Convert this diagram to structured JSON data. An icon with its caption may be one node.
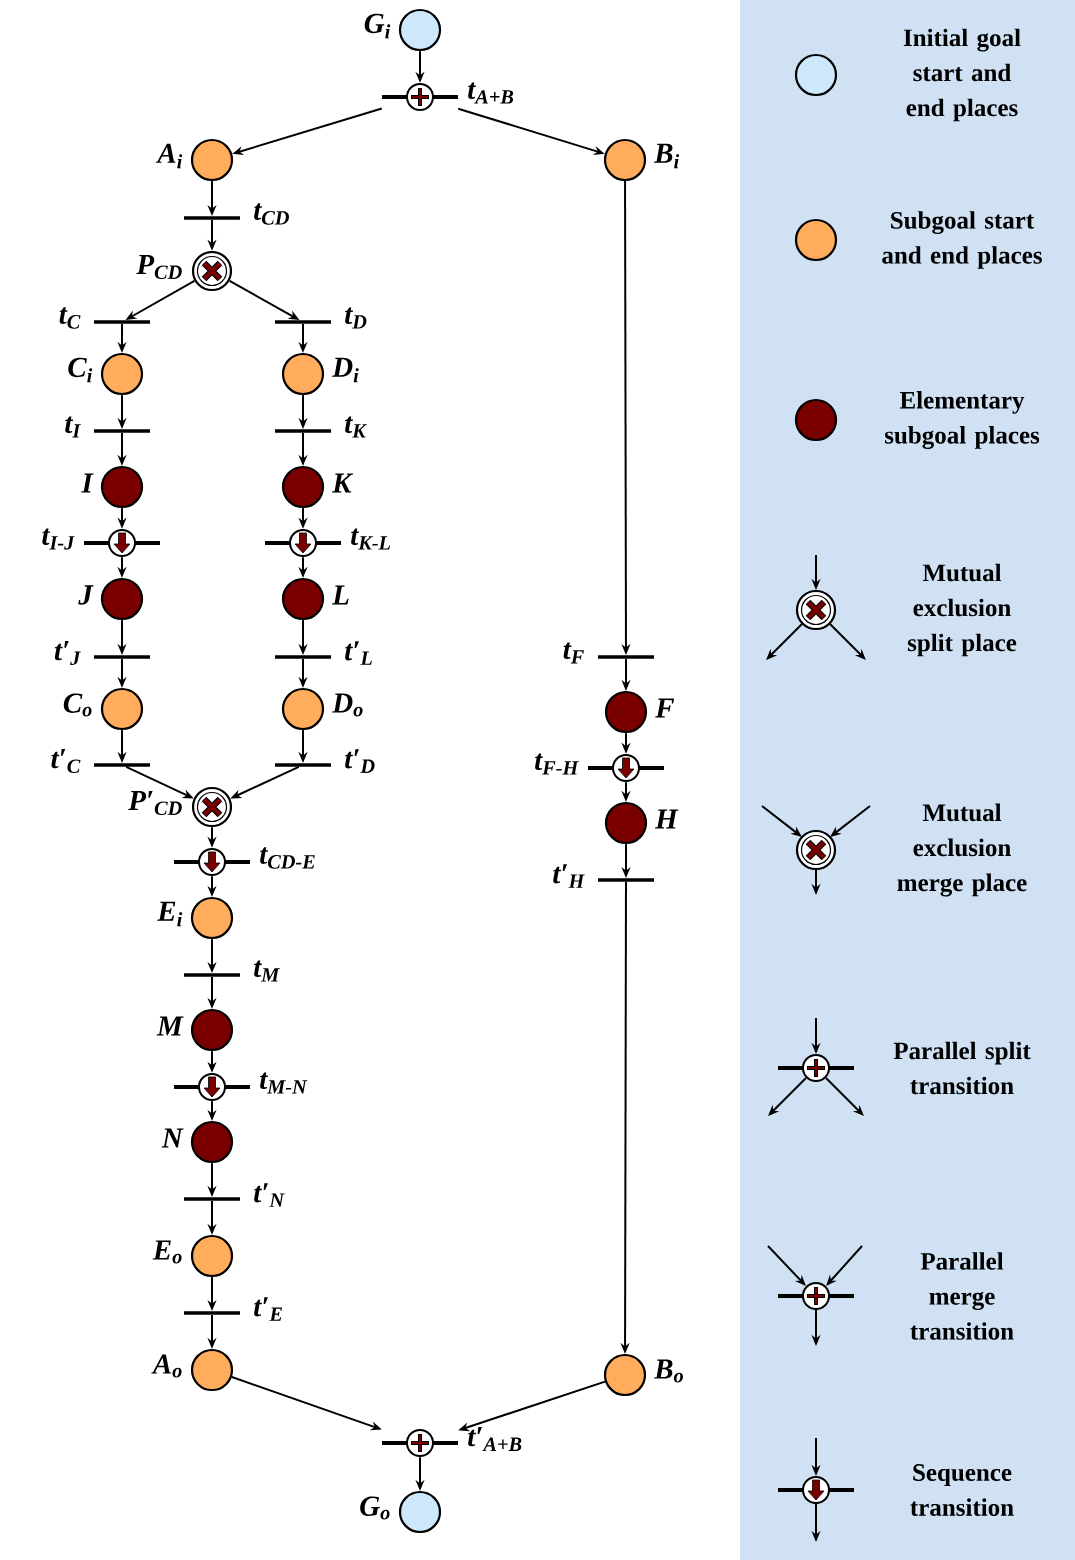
{
  "diagram": {
    "nodes": [
      {
        "text": [],
        "shape": "circle",
        "beside": [
          "G$_{i}$"
        ]
      },
      {
        "text": [],
        "shape": "bar",
        "beside": [
          "t$_{A+B}$"
        ]
      },
      {
        "text": [],
        "shape": "circle",
        "beside": [
          "A$_{i}$"
        ]
      },
      {
        "text": [],
        "shape": "circle",
        "beside": [
          "B$_{i}$"
        ]
      },
      {
        "text": [],
        "shape": "bar",
        "beside": [
          "t$_{CD}$"
        ]
      },
      {
        "text": [],
        "shape": "circle",
        "beside": [
          "P$_{CD}$"
        ]
      },
      {
        "text": [],
        "shape": "bar",
        "beside": [
          "t$_{C}$"
        ]
      },
      {
        "text": [],
        "shape": "bar",
        "beside": [
          "t$_{D}$"
        ]
      },
      {
        "text": [],
        "shape": "circle",
        "beside": [
          "C$_{i}$"
        ]
      },
      {
        "text": [],
        "shape": "circle",
        "beside": [
          "D$_{i}$"
        ]
      },
      {
        "text": [],
        "shape": "bar",
        "beside": [
          "t$_{I}$"
        ]
      },
      {
        "text": [],
        "shape": "bar",
        "beside": [
          "t$_{K}$"
        ]
      },
      {
        "text": [],
        "shape": "circle",
        "beside": [
          "I"
        ]
      },
      {
        "text": [],
        "shape": "circle",
        "beside": [
          "K"
        ]
      },
      {
        "text": [],
        "shape": "bar",
        "beside": [
          "t$_{I-J}$"
        ]
      },
      {
        "text": [],
        "shape": "bar",
        "beside": [
          "t$_{K-L}$"
        ]
      },
      {
        "text": [],
        "shape": "circle",
        "beside": [
          "J"
        ]
      },
      {
        "text": [],
        "shape": "circle",
        "beside": [
          "L"
        ]
      },
      {
        "text": [],
        "shape": "bar",
        "beside": [
          "t′$_{J}$"
        ]
      },
      {
        "text": [],
        "shape": "bar",
        "beside": [
          "t′$_{L}$"
        ]
      },
      {
        "text": [],
        "shape": "circle",
        "beside": [
          "C$_{o}$"
        ]
      },
      {
        "text": [],
        "shape": "circle",
        "beside": [
          "D$_{o}$"
        ]
      },
      {
        "text": [],
        "shape": "bar",
        "beside": [
          "t′$_{C}$"
        ]
      },
      {
        "text": [],
        "shape": "bar",
        "beside": [
          "t′$_{D}$"
        ]
      },
      {
        "text": [],
        "shape": "circle",
        "beside": [
          "P′$_{CD}$"
        ]
      },
      {
        "text": [],
        "shape": "bar",
        "beside": [
          "t$_{CD-E}$"
        ]
      },
      {
        "text": [],
        "shape": "circle",
        "beside": [
          "E$_{i}$"
        ]
      },
      {
        "text": [],
        "shape": "bar",
        "beside": [
          "t$_{M}$"
        ]
      },
      {
        "text": [],
        "shape": "circle",
        "beside": [
          "M"
        ]
      },
      {
        "text": [],
        "shape": "bar",
        "beside": [
          "t$_{M-N}$"
        ]
      },
      {
        "text": [],
        "shape": "circle",
        "beside": [
          "N"
        ]
      },
      {
        "text": [],
        "shape": "bar",
        "beside": [
          "t′$_{N}$"
        ]
      },
      {
        "text": [],
        "shape": "circle",
        "beside": [
          "E$_{o}$"
        ]
      },
      {
        "text": [],
        "shape": "bar",
        "beside": [
          "t′$_{E}$"
        ]
      },
      {
        "text": [],
        "shape": "circle",
        "beside": [
          "A$_{o}$"
        ]
      },
      {
        "text": [],
        "shape": "bar",
        "beside": [
          "t$_{F}$"
        ]
      },
      {
        "text": [],
        "shape": "circle",
        "beside": [
          "F"
        ]
      },
      {
        "text": [],
        "shape": "bar",
        "beside": [
          "t$_{F-H}$"
        ]
      },
      {
        "text": [],
        "shape": "circle",
        "beside": [
          "H"
        ]
      },
      {
        "text": [],
        "shape": "bar",
        "beside": [
          "t′$_{H}$"
        ]
      },
      {
        "text": [],
        "shape": "circle",
        "beside": [
          "B$_{o}$"
        ]
      },
      {
        "text": [],
        "shape": "bar",
        "beside": [
          "t′$_{A+B}$"
        ]
      },
      {
        "text": [],
        "shape": "circle",
        "beside": [
          "G$_{o}$"
        ]
      }
    ],
    "edges": [
      {
        "from": 0,
        "to": 1,
        "arrow": "to"
      },
      {
        "from": 1,
        "to": 2,
        "arrow": "to"
      },
      {
        "from": 1,
        "to": 3,
        "arrow": "to"
      },
      {
        "from": 2,
        "to": 4,
        "arrow": "to"
      },
      {
        "from": 4,
        "to": 5,
        "arrow": "to"
      },
      {
        "from": 5,
        "to": 6,
        "arrow": "to"
      },
      {
        "from": 5,
        "to": 7,
        "arrow": "to"
      },
      {
        "from": 6,
        "to": 8,
        "arrow": "to"
      },
      {
        "from": 7,
        "to": 9,
        "arrow": "to"
      },
      {
        "from": 8,
        "to": 10,
        "arrow": "to"
      },
      {
        "from": 9,
        "to": 11,
        "arrow": "to"
      },
      {
        "from": 10,
        "to": 12,
        "arrow": "to"
      },
      {
        "from": 11,
        "to": 13,
        "arrow": "to"
      },
      {
        "from": 12,
        "to": 14,
        "arrow": "to"
      },
      {
        "from": 13,
        "to": 15,
        "arrow": "to"
      },
      {
        "from": 14,
        "to": 16,
        "arrow": "to"
      },
      {
        "from": 15,
        "to": 17,
        "arrow": "to"
      },
      {
        "from": 16,
        "to": 18,
        "arrow": "to"
      },
      {
        "from": 17,
        "to": 19,
        "arrow": "to"
      },
      {
        "from": 18,
        "to": 20,
        "arrow": "to"
      },
      {
        "from": 19,
        "to": 21,
        "arrow": "to"
      },
      {
        "from": 20,
        "to": 22,
        "arrow": "to"
      },
      {
        "from": 21,
        "to": 23,
        "arrow": "to"
      },
      {
        "from": 22,
        "to": 24,
        "arrow": "to"
      },
      {
        "from": 23,
        "to": 24,
        "arrow": "to"
      },
      {
        "from": 24,
        "to": 25,
        "arrow": "to"
      },
      {
        "from": 25,
        "to": 26,
        "arrow": "to"
      },
      {
        "from": 26,
        "to": 27,
        "arrow": "to"
      },
      {
        "from": 27,
        "to": 28,
        "arrow": "to"
      },
      {
        "from": 28,
        "to": 29,
        "arrow": "to"
      },
      {
        "from": 29,
        "to": 30,
        "arrow": "to"
      },
      {
        "from": 30,
        "to": 31,
        "arrow": "to"
      },
      {
        "from": 31,
        "to": 32,
        "arrow": "to"
      },
      {
        "from": 32,
        "to": 33,
        "arrow": "to"
      },
      {
        "from": 33,
        "to": 34,
        "arrow": "to"
      },
      {
        "from": 3,
        "to": 35,
        "arrow": "to"
      },
      {
        "from": 35,
        "to": 36,
        "arrow": "to"
      },
      {
        "from": 36,
        "to": 37,
        "arrow": "to"
      },
      {
        "from": 37,
        "to": 38,
        "arrow": "to"
      },
      {
        "from": 38,
        "to": 39,
        "arrow": "to"
      },
      {
        "from": 39,
        "to": 40,
        "arrow": "to"
      },
      {
        "from": 34,
        "to": 41,
        "arrow": "to"
      },
      {
        "from": 40,
        "to": 41,
        "arrow": "to"
      },
      {
        "from": 41,
        "to": 42,
        "arrow": "to"
      }
    ],
    "legend": [
      {
        "text": "Initial goal start and end places",
        "color": "#cce8fa"
      },
      {
        "text": "Subgoal start and end places",
        "color": "#ffad5c"
      },
      {
        "text": "Elementary subgoal places",
        "color": "#7a0000"
      },
      {
        "text": "Mutual exclusion split place"
      },
      {
        "text": "Mutual exclusion merge place"
      },
      {
        "text": "Parallel split transition"
      },
      {
        "text": "Parallel merge transition"
      },
      {
        "text": "Sequence transition"
      }
    ]
  }
}
